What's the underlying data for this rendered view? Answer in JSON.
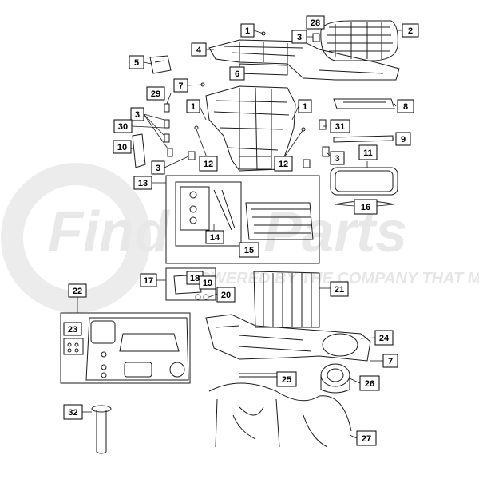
{
  "diagram": {
    "watermark": {
      "brand_a": "Find",
      "brand_b": "Parts",
      "tagline": "POWERED BY THE COMPANY THAT MOVES"
    },
    "colors": {
      "line": "#1a1a1a",
      "watermark": "#e6e6e6",
      "watermark_accent": "#f1d6d6",
      "callout_fill": "#ffffff"
    },
    "callouts": [
      {
        "id": "1a",
        "label": "1"
      },
      {
        "id": "28",
        "label": "28"
      },
      {
        "id": "2",
        "label": "2"
      },
      {
        "id": "3a",
        "label": "3"
      },
      {
        "id": "4",
        "label": "4"
      },
      {
        "id": "5",
        "label": "5"
      },
      {
        "id": "6",
        "label": "6"
      },
      {
        "id": "7a",
        "label": "7"
      },
      {
        "id": "29",
        "label": "29"
      },
      {
        "id": "1b",
        "label": "1"
      },
      {
        "id": "1c",
        "label": "1"
      },
      {
        "id": "8",
        "label": "8"
      },
      {
        "id": "3b",
        "label": "3"
      },
      {
        "id": "30",
        "label": "30"
      },
      {
        "id": "31",
        "label": "31"
      },
      {
        "id": "9",
        "label": "9"
      },
      {
        "id": "10",
        "label": "10"
      },
      {
        "id": "11",
        "label": "11"
      },
      {
        "id": "12a",
        "label": "12"
      },
      {
        "id": "12b",
        "label": "12"
      },
      {
        "id": "3c",
        "label": "3"
      },
      {
        "id": "3d",
        "label": "3"
      },
      {
        "id": "13",
        "label": "13"
      },
      {
        "id": "16",
        "label": "16"
      },
      {
        "id": "14",
        "label": "14"
      },
      {
        "id": "15",
        "label": "15"
      },
      {
        "id": "17",
        "label": "17"
      },
      {
        "id": "18",
        "label": "18"
      },
      {
        "id": "19",
        "label": "19"
      },
      {
        "id": "21",
        "label": "21"
      },
      {
        "id": "20",
        "label": "20"
      },
      {
        "id": "22",
        "label": "22"
      },
      {
        "id": "23",
        "label": "23"
      },
      {
        "id": "24",
        "label": "24"
      },
      {
        "id": "7b",
        "label": "7"
      },
      {
        "id": "25",
        "label": "25"
      },
      {
        "id": "26",
        "label": "26"
      },
      {
        "id": "32",
        "label": "32"
      },
      {
        "id": "27",
        "label": "27"
      }
    ]
  }
}
